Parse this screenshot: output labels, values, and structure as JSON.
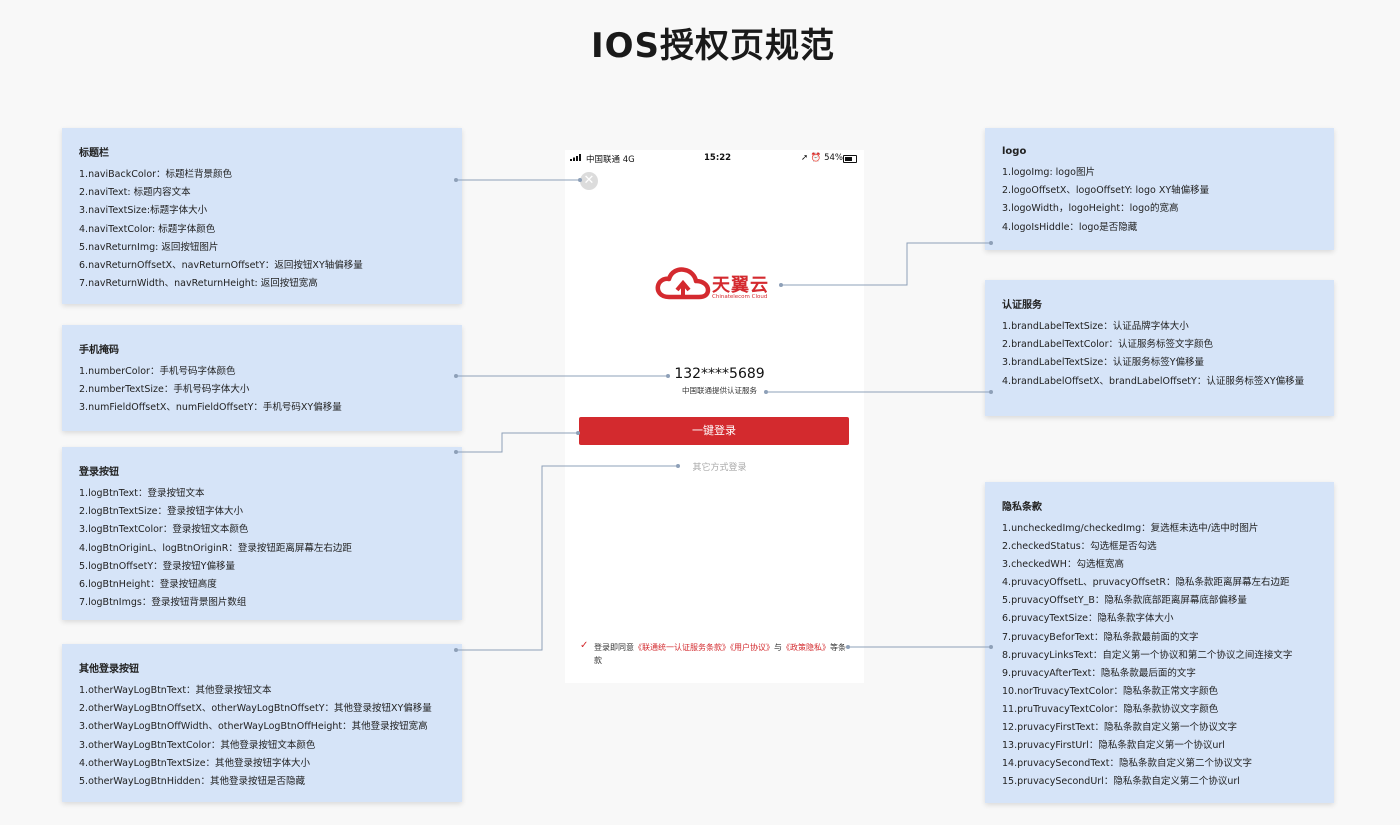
{
  "page_title": "IOS授权页规范",
  "colors": {
    "box_bg": "#d6e4f8",
    "brand_red": "#d32a2e",
    "connector": "#8ea0b8"
  },
  "boxes": {
    "title_bar": {
      "heading": "标题栏",
      "lines": [
        "1.naviBackColor：标题栏背景颜色",
        "2.naviText: 标题内容文本",
        "3.naviTextSize:标题字体大小",
        "4.naviTextColor: 标题字体颜色",
        "5.navReturnImg: 返回按钮图片",
        "6.navReturnOffsetX、navReturnOffsetY：返回按钮XY轴偏移量",
        "7.navReturnWidth、navReturnHeight: 返回按钮宽高"
      ]
    },
    "number": {
      "heading": "手机掩码",
      "lines": [
        "1.numberColor：手机号码字体颜色",
        "2.numberTextSize：手机号码字体大小",
        "3.numFieldOffsetX、numFieldOffsetY：手机号码XY偏移量"
      ]
    },
    "login": {
      "heading": "登录按钮",
      "lines": [
        "1.logBtnText：登录按钮文本",
        "2.logBtnTextSize：登录按钮字体大小",
        "3.logBtnTextColor：登录按钮文本颜色",
        "4.logBtnOriginL、logBtnOriginR：登录按钮距离屏幕左右边距",
        "5.logBtnOffsetY：登录按钮Y偏移量",
        "6.logBtnHeight：登录按钮高度",
        "7.logBtnImgs：登录按钮背景图片数组"
      ]
    },
    "other_login": {
      "heading": "其他登录按钮",
      "lines": [
        "1.otherWayLogBtnText：其他登录按钮文本",
        "2.otherWayLogBtnOffsetX、otherWayLogBtnOffsetY：其他登录按钮XY偏移量",
        "3.otherWayLogBtnOffWidth、otherWayLogBtnOffHeight：其他登录按钮宽高",
        "3.otherWayLogBtnTextColor：其他登录按钮文本颜色",
        "4.otherWayLogBtnTextSize：其他登录按钮字体大小",
        "5.otherWayLogBtnHidden：其他登录按钮是否隐藏"
      ]
    },
    "logo": {
      "heading": "logo",
      "lines": [
        "1.logoImg: logo图片",
        "2.logoOffsetX、logoOffsetY: logo XY轴偏移量",
        "3.logoWidth，logoHeight：logo的宽高",
        "4.logoIsHiddle：logo是否隐藏"
      ]
    },
    "brand": {
      "heading": "认证服务",
      "lines": [
        "1.brandLabelTextSize：认证品牌字体大小",
        "2.brandLabelTextColor：认证服务标签文字颜色",
        "3.brandLabelTextSize：认证服务标签Y偏移量",
        "4.brandLabelOffsetX、brandLabelOffsetY：认证服务标签XY偏移量"
      ]
    },
    "privacy": {
      "heading": "隐私条款",
      "lines": [
        "1.uncheckedImg/checkedImg：复选框未选中/选中时图片",
        "2.checkedStatus：勾选框是否勾选",
        "3.checkedWH：勾选框宽高",
        "4.pruvacyOffsetL、pruvacyOffsetR：隐私条款距离屏幕左右边距",
        "5.pruvacyOffsetY_B：隐私条款底部距离屏幕底部偏移量",
        "6.pruvacyTextSize：隐私条款字体大小",
        "7.pruvacyBeforText：隐私条款最前面的文字",
        "8.pruvacyLinksText：自定义第一个协议和第二个协议之间连接文字",
        "9.pruvacyAfterText：隐私条款最后面的文字",
        "10.norTruvacyTextColor：隐私条款正常文字颜色",
        "11.pruTruvacyTextColor：隐私条款协议文字颜色",
        "12.pruvacyFirstText：隐私条款自定义第一个协议文字",
        "13.pruvacyFirstUrl：隐私条款自定义第一个协议url",
        "14.pruvacySecondText：隐私条款自定义第二个协议文字",
        "15.pruvacySecondUrl：隐私条款自定义第二个协议url"
      ]
    }
  },
  "phone": {
    "status": {
      "carrier": "中国联通  4G",
      "time": "15:22",
      "right": "➚ ⏰ 54%"
    },
    "close_icon": "close-icon",
    "logo": {
      "name": "天翼云",
      "sub": "Chinatelecom Cloud"
    },
    "number": "132****5689",
    "brand": "中国联通提供认证服务",
    "login_button": "一键登录",
    "other_way": "其它方式登录",
    "privacy": {
      "before": "登录即同意",
      "link1": "《联通统一认证服务条款》",
      "link2": "《用户协议》",
      "connector": "与",
      "link3": "《政策隐私》",
      "after": "等条款"
    }
  }
}
